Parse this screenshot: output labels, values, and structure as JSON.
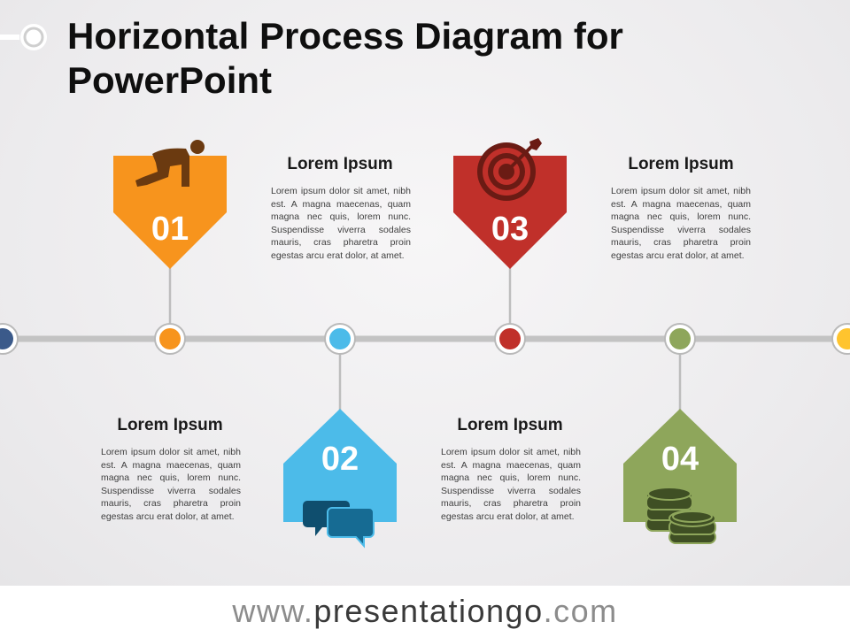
{
  "title": "Horizontal Process Diagram for PowerPoint",
  "colors": {
    "orange": "#f7941d",
    "blue": "#4cbbe9",
    "red": "#c0302a",
    "green": "#8ea65b",
    "navy": "#3b5a8a",
    "yellow": "#ffc42e",
    "line": "#c3c3c3"
  },
  "steps": [
    {
      "number": "01",
      "heading": "Lorem Ipsum",
      "body": "Lorem ipsum dolor sit amet, nibh est. A magna maecenas, quam magna nec quis, lorem nunc. Suspendisse viverra sodales mauris, cras pharetra proin egestas arcu erat dolor, at amet.",
      "icon": "runner-start-icon"
    },
    {
      "number": "02",
      "heading": "Lorem Ipsum",
      "body": "Lorem ipsum dolor sit amet, nibh est. A magna maecenas, quam magna nec quis, lorem nunc. Suspendisse viverra sodales mauris, cras pharetra proin egestas arcu erat dolor, at amet.",
      "icon": "chat-bubbles-icon"
    },
    {
      "number": "03",
      "heading": "Lorem Ipsum",
      "body": "Lorem ipsum dolor sit amet, nibh est. A magna maecenas, quam magna nec quis, lorem nunc. Suspendisse viverra sodales mauris, cras pharetra proin egestas arcu erat dolor, at amet.",
      "icon": "target-icon"
    },
    {
      "number": "04",
      "heading": "Lorem Ipsum",
      "body": "Lorem ipsum dolor sit amet, nibh est. A magna maecenas, quam magna nec quis, lorem nunc. Suspendisse viverra sodales mauris, cras pharetra proin egestas arcu erat dolor, at amet.",
      "icon": "coins-icon"
    }
  ],
  "footer": {
    "prefix": "www.",
    "brand": "presentationgo",
    "suffix": ".com"
  }
}
